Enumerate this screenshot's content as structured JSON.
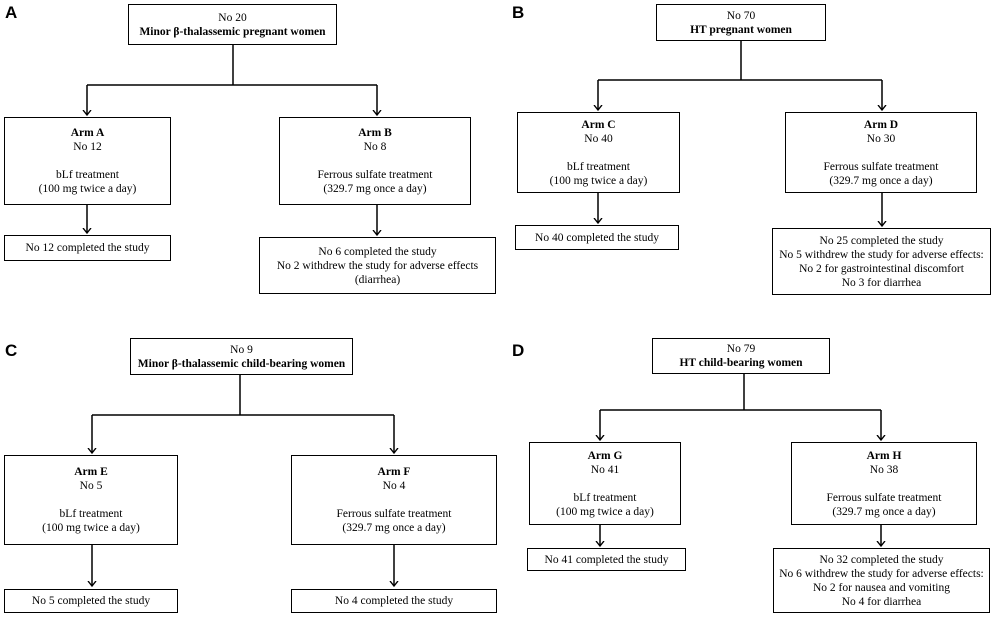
{
  "panels": {
    "A": {
      "label": "A",
      "root": {
        "count": "No 20",
        "group": "Minor β-thalassemic pregnant women"
      },
      "left": {
        "arm": "Arm A",
        "count": "No 12",
        "treatment": "bLf treatment",
        "dose": "(100 mg twice a day)"
      },
      "right": {
        "arm": "Arm B",
        "count": "No 8",
        "treatment": "Ferrous sulfate treatment",
        "dose": "(329.7 mg once a day)"
      },
      "left_outcome": [
        "No 12 completed the study"
      ],
      "right_outcome": [
        "No 6 completed the study",
        "No 2 withdrew the study for adverse effects",
        "(diarrhea)"
      ]
    },
    "B": {
      "label": "B",
      "root": {
        "count": "No 70",
        "group": "HT pregnant women"
      },
      "left": {
        "arm": "Arm C",
        "count": "No 40",
        "treatment": "bLf treatment",
        "dose": "(100 mg twice a day)"
      },
      "right": {
        "arm": "Arm D",
        "count": "No 30",
        "treatment": "Ferrous sulfate treatment",
        "dose": "(329.7 mg once a day)"
      },
      "left_outcome": [
        "No 40 completed the study"
      ],
      "right_outcome": [
        "No 25 completed the study",
        "No 5 withdrew the study for adverse effects:",
        "No 2 for gastrointestinal discomfort",
        "No 3 for diarrhea"
      ]
    },
    "C": {
      "label": "C",
      "root": {
        "count": "No 9",
        "group": "Minor β-thalassemic child-bearing women"
      },
      "left": {
        "arm": "Arm E",
        "count": "No 5",
        "treatment": "bLf treatment",
        "dose": "(100 mg twice a day)"
      },
      "right": {
        "arm": "Arm F",
        "count": "No 4",
        "treatment": "Ferrous sulfate treatment",
        "dose": "(329.7 mg once a day)"
      },
      "left_outcome": [
        "No 5 completed the study"
      ],
      "right_outcome": [
        "No 4 completed the study"
      ]
    },
    "D": {
      "label": "D",
      "root": {
        "count": "No 79",
        "group": "HT child-bearing women"
      },
      "left": {
        "arm": "Arm G",
        "count": "No 41",
        "treatment": "bLf treatment",
        "dose": "(100 mg twice a day)"
      },
      "right": {
        "arm": "Arm H",
        "count": "No 38",
        "treatment": "Ferrous sulfate treatment",
        "dose": "(329.7 mg once a day)"
      },
      "left_outcome": [
        "No 41 completed the study"
      ],
      "right_outcome": [
        "No 32 completed the study",
        "No 6 withdrew the study for adverse effects:",
        "No 2 for nausea and vomiting",
        "No 4 for diarrhea"
      ]
    }
  }
}
